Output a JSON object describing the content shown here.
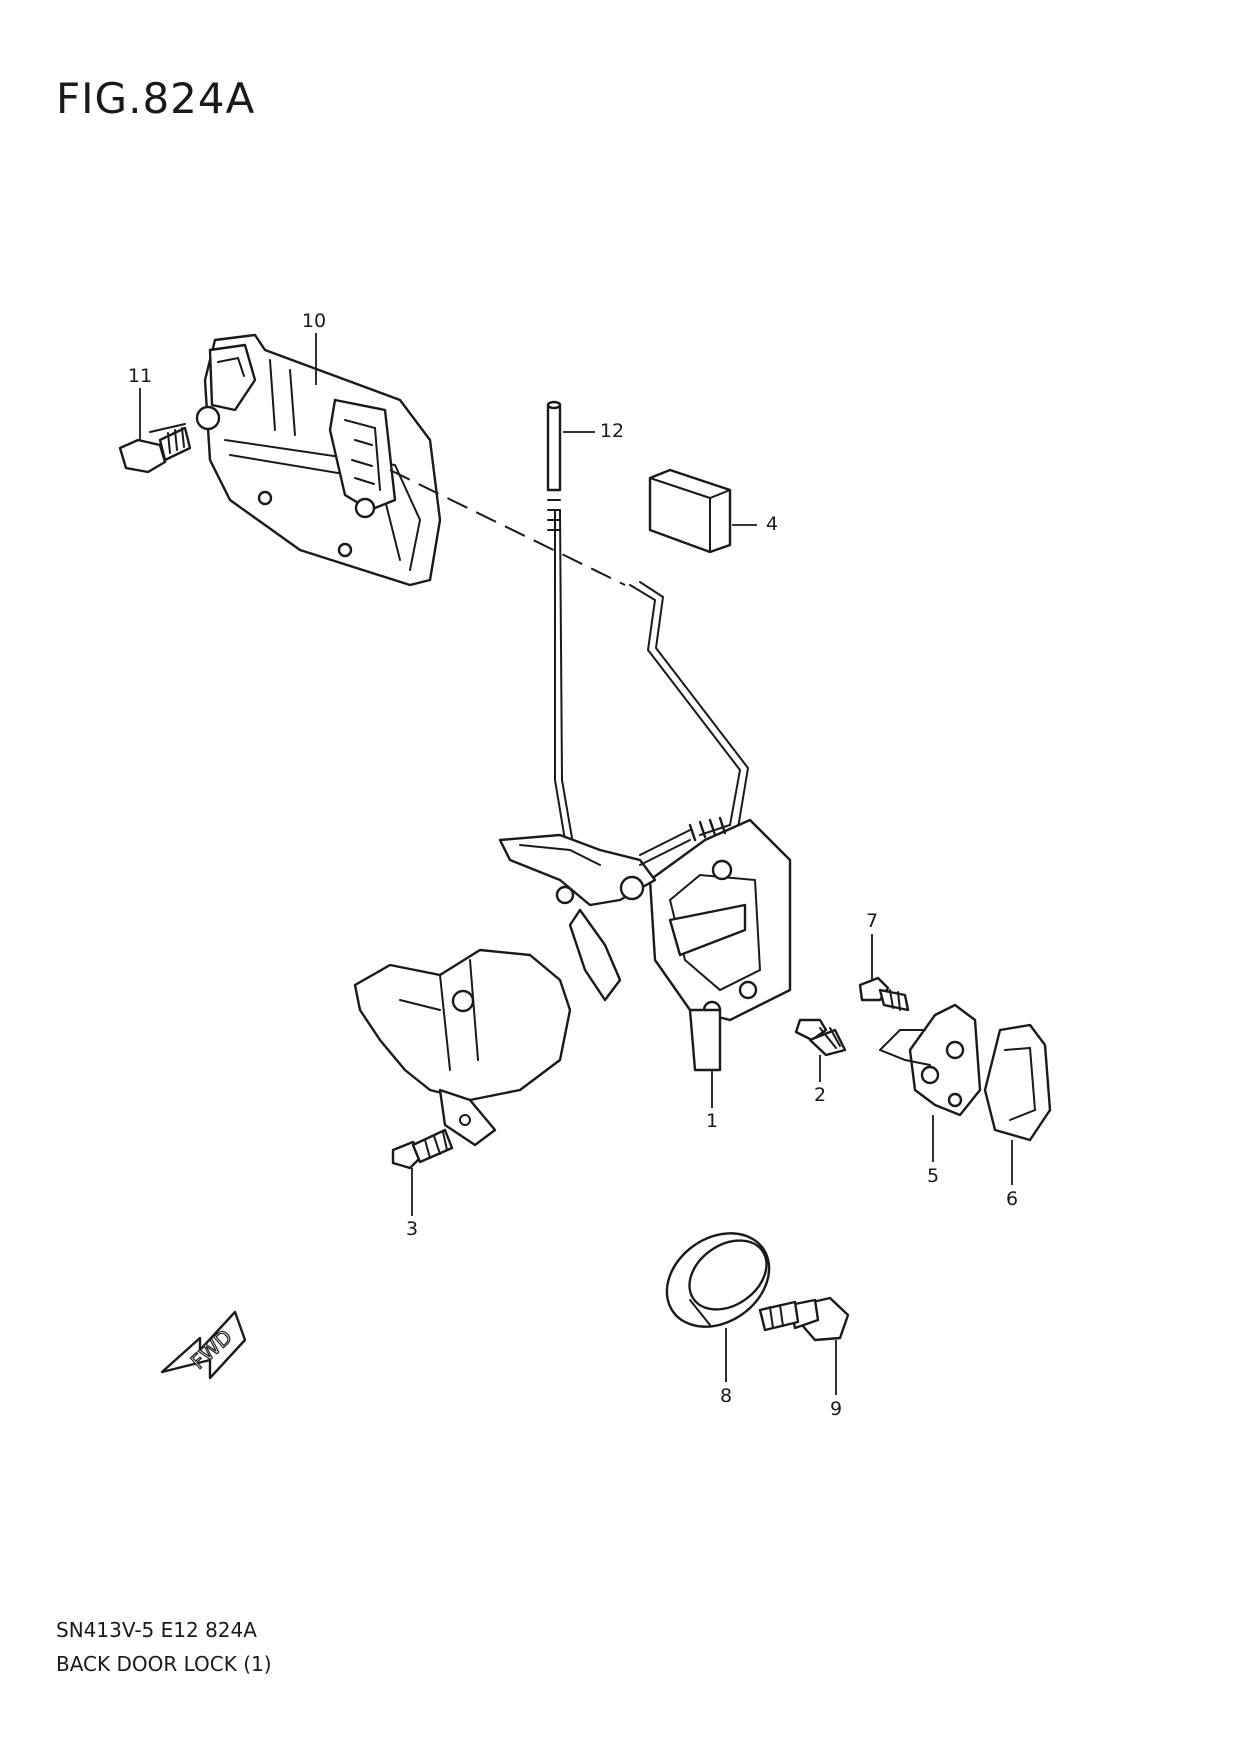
{
  "figure": {
    "title": "FIG.824A",
    "footer_code": "SN413V-5 E12 824A",
    "footer_name": "BACK DOOR LOCK (1)"
  },
  "callouts": [
    "1",
    "2",
    "3",
    "4",
    "5",
    "6",
    "7",
    "8",
    "9",
    "10",
    "11",
    "12"
  ],
  "direction_marker": "FWD"
}
